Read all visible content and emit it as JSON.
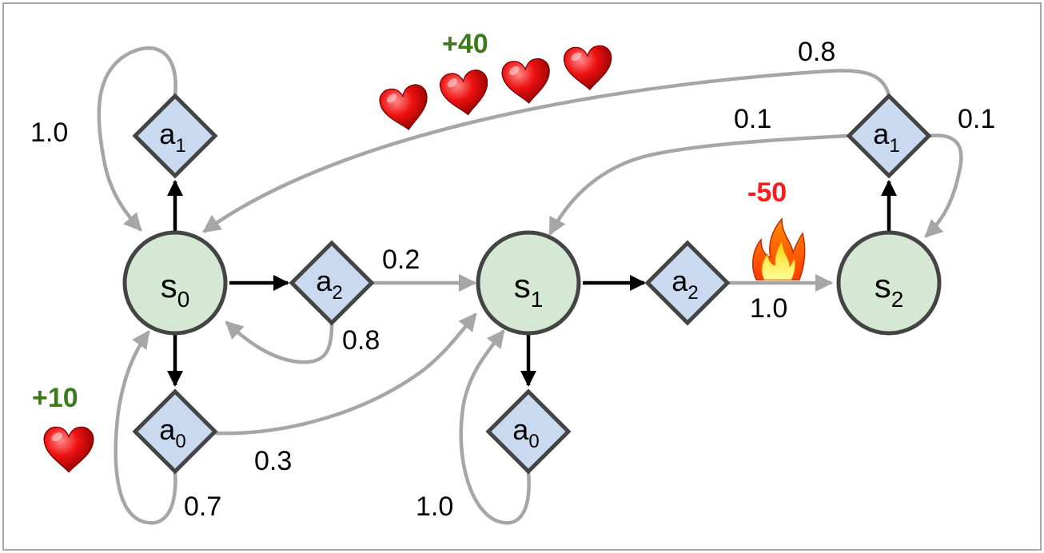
{
  "states": [
    {
      "id": "s0",
      "main": "s",
      "sub": "0"
    },
    {
      "id": "s1",
      "main": "s",
      "sub": "1"
    },
    {
      "id": "s2",
      "main": "s",
      "sub": "2"
    }
  ],
  "actions": [
    {
      "id": "s0_a0",
      "main": "a",
      "sub": "0"
    },
    {
      "id": "s0_a1",
      "main": "a",
      "sub": "1"
    },
    {
      "id": "s0_a2",
      "main": "a",
      "sub": "2"
    },
    {
      "id": "s1_a0",
      "main": "a",
      "sub": "0"
    },
    {
      "id": "s1_a2",
      "main": "a",
      "sub": "2"
    },
    {
      "id": "s2_a1",
      "main": "a",
      "sub": "1"
    }
  ],
  "transitions": [
    {
      "from": "s0_a1",
      "to": "s0",
      "probability": "1.0"
    },
    {
      "from": "s0_a2",
      "to": "s1",
      "probability": "0.2"
    },
    {
      "from": "s0_a2",
      "to": "s0",
      "probability": "0.8"
    },
    {
      "from": "s0_a0",
      "to": "s0",
      "probability": "0.7"
    },
    {
      "from": "s0_a0",
      "to": "s1",
      "probability": "0.3"
    },
    {
      "from": "s1_a0",
      "to": "s1",
      "probability": "1.0"
    },
    {
      "from": "s1_a2",
      "to": "s2",
      "probability": "1.0"
    },
    {
      "from": "s2_a1",
      "to": "s0",
      "probability": "0.8"
    },
    {
      "from": "s2_a1",
      "to": "s1",
      "probability": "0.1"
    },
    {
      "from": "s2_a1",
      "to": "s2",
      "probability": "0.1"
    }
  ],
  "rewards": {
    "s0_a0": "+10",
    "s2_a1_to_s0": "+40",
    "s1_a2": "-50"
  },
  "colors": {
    "state_fill": "#d5e8d4",
    "action_fill": "#c9daf0",
    "outline": "#444444",
    "transition_arrow": "#a6a6a6",
    "positive_reward": "#3d7a1e",
    "negative_reward": "#ff1a1a"
  },
  "icons": [
    "heart-icon",
    "fire-icon"
  ]
}
